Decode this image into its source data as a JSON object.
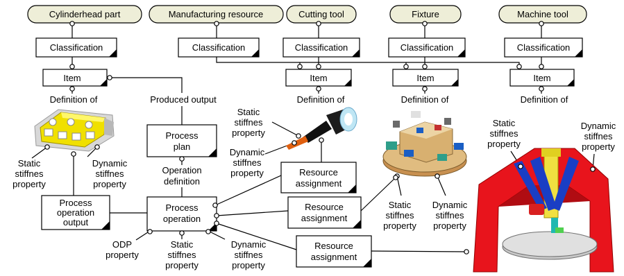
{
  "top_entities": [
    "Cylinderhead part",
    "Manufacturing resource",
    "Cutting tool",
    "Fixture",
    "Machine tool"
  ],
  "boxes": {
    "classification": "Classification",
    "item": "Item",
    "process_plan": [
      "Process",
      "plan"
    ],
    "process_operation": [
      "Process",
      "operation"
    ],
    "process_operation_output": [
      "Process",
      "operation",
      "output"
    ],
    "resource_assignment": [
      "Resource",
      "assignment"
    ]
  },
  "labels": {
    "definition_of": "Definition of",
    "produced_output": "Produced output",
    "operation_definition": [
      "Operation",
      "definition"
    ],
    "static_stiffnes_property": [
      "Static",
      "stiffnes",
      "property"
    ],
    "dynamic_stiffnes_property": [
      "Dynamic",
      "stiffnes",
      "property"
    ],
    "odp_property": [
      "ODP",
      "property"
    ]
  },
  "colors": {
    "pill_fill": "#eeeed8",
    "machine_red": "#e8141c",
    "fixture_tan": "#d8b070",
    "part_yellow": "#f0e000",
    "tool_orange": "#e06010"
  }
}
